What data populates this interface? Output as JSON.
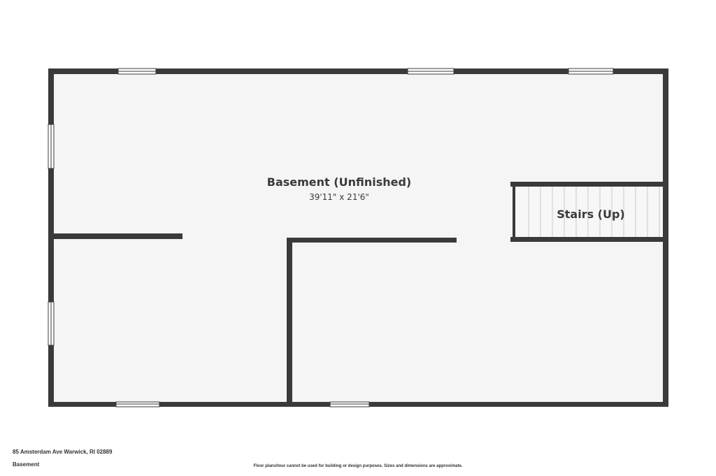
{
  "rooms": {
    "basement": {
      "name": "Basement (Unfinished)",
      "dimensions": "39'11\" x 21'6\""
    },
    "stairs": {
      "name": "Stairs (Up)"
    }
  },
  "footer": {
    "address": "85 Amsterdam Ave Warwick, RI 02889",
    "floor": "Basement",
    "disclaimer": "Floor plans/tour cannot be used for building or design purposes. Sizes and dimensions are approximate."
  },
  "colors": {
    "wall": "#3a3a3a",
    "floor": "#f5f5f5",
    "window": "#ffffff",
    "stair_line": "#c8c8c8"
  }
}
